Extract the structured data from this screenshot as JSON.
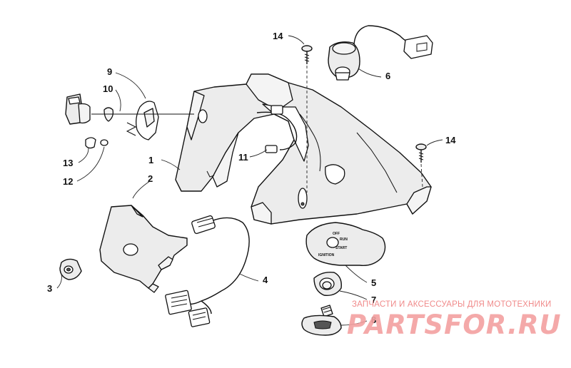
{
  "callouts": {
    "c1": "1",
    "c2": "2",
    "c3": "3",
    "c4": "4",
    "c5": "5",
    "c6": "6",
    "c7": "7",
    "c8": "8",
    "c9": "9",
    "c10": "10",
    "c11": "11",
    "c12": "12",
    "c13": "13",
    "c14_top": "14",
    "c14_right": "14"
  },
  "ignition_plate": {
    "off": "OFF",
    "run": "RUN",
    "start": "START",
    "ignition": "IGNITION"
  },
  "watermark": {
    "tagline": "ЗАПЧАСТИ И АКСЕССУАРЫ ДЛЯ МОТОТЕХНИКИ",
    "logo": "PARTSFOR.RU",
    "color": "#f08a8a"
  }
}
